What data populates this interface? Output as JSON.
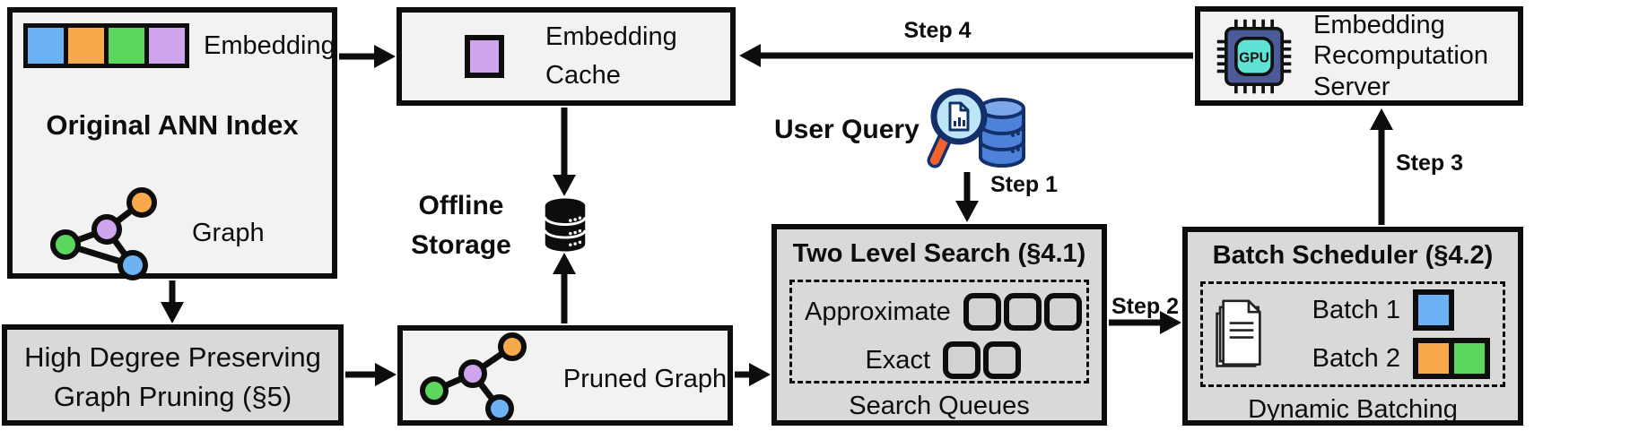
{
  "boxes": {
    "ann_index": {
      "embedding_label": "Embedding",
      "title": "Original ANN Index",
      "graph_label": "Graph",
      "embedding_colors": [
        "#6cb2f5",
        "#f7a94b",
        "#5cd65c",
        "#cfa5ee"
      ]
    },
    "high_degree": {
      "line1": "High Degree Preserving",
      "line2": "Graph Pruning (§5)"
    },
    "embedding_cache": {
      "line1": "Embedding",
      "line2": "Cache"
    },
    "offline_storage": {
      "line1": "Offline",
      "line2": "Storage"
    },
    "pruned_graph": {
      "label": "Pruned Graph"
    },
    "user_query": {
      "label": "User Query"
    },
    "two_level": {
      "title": "Two Level Search (§4.1)",
      "row1_label": "Approximate",
      "row2_label": "Exact",
      "footer": "Search Queues"
    },
    "batch_scheduler": {
      "title": "Batch Scheduler (§4.2)",
      "batch1_label": "Batch 1",
      "batch2_label": "Batch 2",
      "footer": "Dynamic Batching",
      "batch1_colors": [
        "#6cb2f5"
      ],
      "batch2_colors": [
        "#f7a94b",
        "#5cd65c"
      ]
    },
    "server": {
      "line1": "Embedding",
      "line2": "Recomputation",
      "line3": "Server",
      "chip_label": "GPU"
    }
  },
  "steps": {
    "step1": "Step 1",
    "step2": "Step 2",
    "step3": "Step 3",
    "step4": "Step 4"
  },
  "colors": {
    "node_blue": "#6cb2f5",
    "node_orange": "#f7a94b",
    "node_green": "#5cd65c",
    "node_purple": "#cfa5ee",
    "light_box": "#f2f2f2",
    "dark_box": "#d9d9d9",
    "gpu_chip": "#4b5b99",
    "gpu_core": "#5fe3d5",
    "query_db": "#4d82d8",
    "query_lens": "#bce6f8",
    "query_handle": "#f4622d"
  }
}
